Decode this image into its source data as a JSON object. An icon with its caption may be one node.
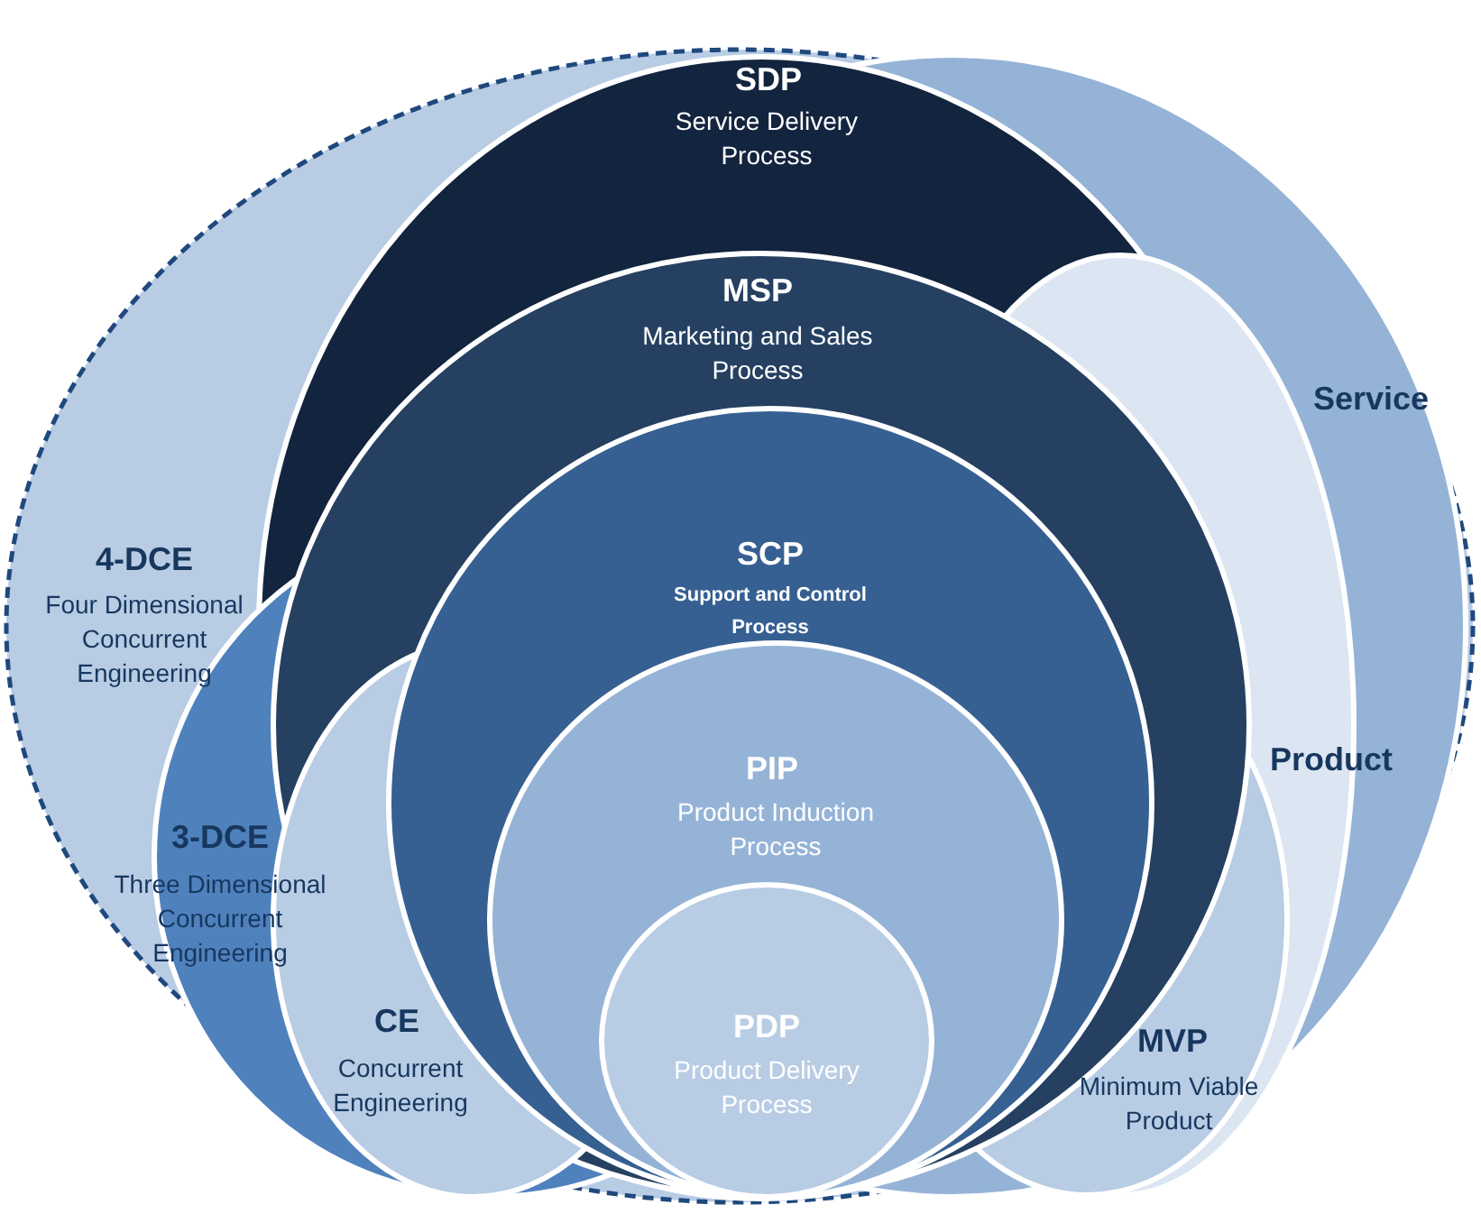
{
  "diagram": {
    "nodes": [
      {
        "text": [
          "4-DCE",
          "Four Dimensional Concurrent Engineering"
        ]
      },
      {
        "text": [
          "Service"
        ],
        "in": 0
      },
      {
        "text": [
          "SDP",
          "Service Delivery Process"
        ],
        "in": 0
      },
      {
        "text": [
          "3-DCE",
          "Three Dimensional Concurrent Engineering"
        ],
        "in": 0
      },
      {
        "text": [
          "Product"
        ],
        "in": 1
      },
      {
        "text": [
          "MSP",
          "Marketing and Sales Process"
        ],
        "in": 2
      },
      {
        "text": [
          "CE",
          "Concurrent Engineering"
        ],
        "in": 3
      },
      {
        "text": [
          "MVP",
          "Minimum Viable Product"
        ],
        "in": 4
      },
      {
        "text": [
          "SCP",
          "Support and Control Process"
        ],
        "in": 5
      },
      {
        "text": [
          "PIP",
          "Product Induction Process"
        ],
        "in": 8
      },
      {
        "text": [
          "PDP",
          "Product Delivery Process"
        ],
        "in": 9
      }
    ]
  }
}
